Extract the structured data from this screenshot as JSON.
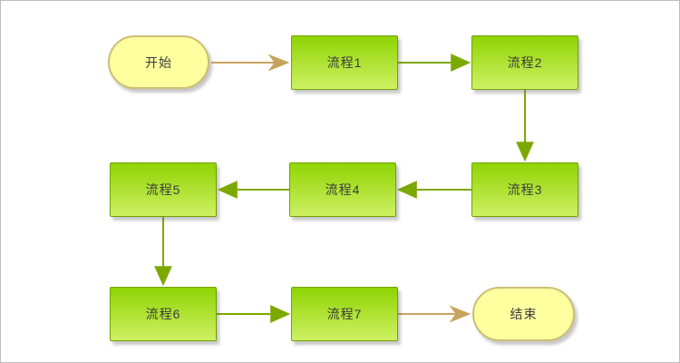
{
  "diagram": {
    "type": "flowchart",
    "nodes": [
      {
        "id": "start",
        "label": "开始",
        "shape": "terminator"
      },
      {
        "id": "p1",
        "label": "流程1",
        "shape": "process"
      },
      {
        "id": "p2",
        "label": "流程2",
        "shape": "process"
      },
      {
        "id": "p3",
        "label": "流程3",
        "shape": "process"
      },
      {
        "id": "p4",
        "label": "流程4",
        "shape": "process"
      },
      {
        "id": "p5",
        "label": "流程5",
        "shape": "process"
      },
      {
        "id": "p6",
        "label": "流程6",
        "shape": "process"
      },
      {
        "id": "p7",
        "label": "流程7",
        "shape": "process"
      },
      {
        "id": "end",
        "label": "结束",
        "shape": "terminator"
      }
    ],
    "edges": [
      {
        "from": "start",
        "to": "p1",
        "style": "tan"
      },
      {
        "from": "p1",
        "to": "p2",
        "style": "green"
      },
      {
        "from": "p2",
        "to": "p3",
        "style": "green"
      },
      {
        "from": "p3",
        "to": "p4",
        "style": "green"
      },
      {
        "from": "p4",
        "to": "p5",
        "style": "green"
      },
      {
        "from": "p5",
        "to": "p6",
        "style": "green"
      },
      {
        "from": "p6",
        "to": "p7",
        "style": "green"
      },
      {
        "from": "p7",
        "to": "end",
        "style": "tan"
      }
    ]
  },
  "colors": {
    "process_top": "#8fd403",
    "process_bottom": "#cef164",
    "process_border": "#73a100",
    "terminator_fill": "#feff9f",
    "terminator_border": "#cbbe75",
    "arrow_green": "#7ca900",
    "arrow_tan": "#c8a35c",
    "frame_border": "#bdbdbd",
    "text": "#3c3c3c"
  }
}
